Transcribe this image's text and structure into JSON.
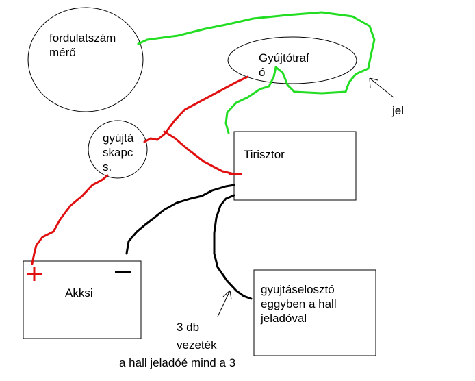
{
  "labels": {
    "tachometer": [
      "fordulatszám",
      "mérő"
    ],
    "ignition_coil": [
      "Gyújtótraf",
      "ó"
    ],
    "ignition_switch": [
      "gyújtá",
      "skapc",
      "s."
    ],
    "thyristor": "Tirisztor",
    "battery": "Akksi",
    "distributor": [
      "gyujtáselosztó",
      "eggyben a hall",
      "jeladóval"
    ],
    "signal_note": "jel",
    "wires_note": [
      "3 db",
      "vezeték",
      "a hall jeladóé mind a 3"
    ]
  },
  "terminals": {
    "plus": "+",
    "minus": "−"
  },
  "colors": {
    "positive_wire": "#e01010",
    "signal_wire": "#22dd22",
    "ground_wire": "#000000",
    "outline": "#000000"
  }
}
